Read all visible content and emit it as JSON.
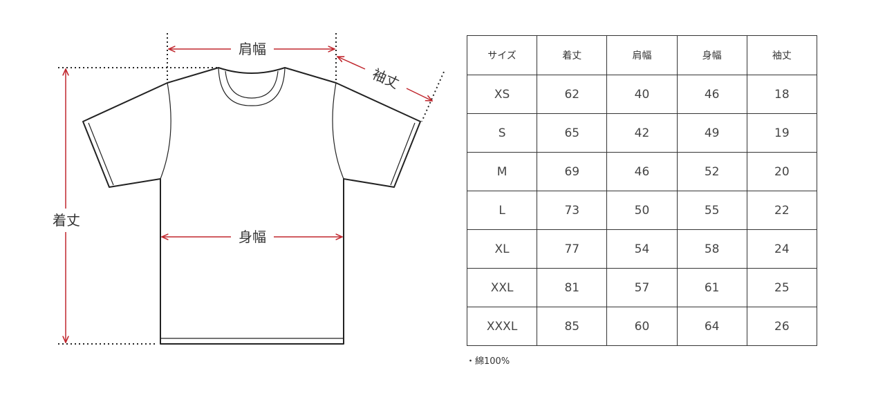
{
  "diagram": {
    "labels": {
      "shoulder_width": "肩幅",
      "sleeve_length": "袖丈",
      "body_length": "着丈",
      "body_width": "身幅"
    },
    "line_color": "#222222",
    "dimension_color": "#c0262d"
  },
  "table": {
    "headers": [
      "サイズ",
      "着丈",
      "肩幅",
      "身幅",
      "袖丈"
    ],
    "rows": [
      [
        "XS",
        "62",
        "40",
        "46",
        "18"
      ],
      [
        "S",
        "65",
        "42",
        "49",
        "19"
      ],
      [
        "M",
        "69",
        "46",
        "52",
        "20"
      ],
      [
        "L",
        "73",
        "50",
        "55",
        "22"
      ],
      [
        "XL",
        "77",
        "54",
        "58",
        "24"
      ],
      [
        "XXL",
        "81",
        "57",
        "61",
        "25"
      ],
      [
        "XXXL",
        "85",
        "60",
        "64",
        "26"
      ]
    ]
  },
  "note": "・綿100%"
}
